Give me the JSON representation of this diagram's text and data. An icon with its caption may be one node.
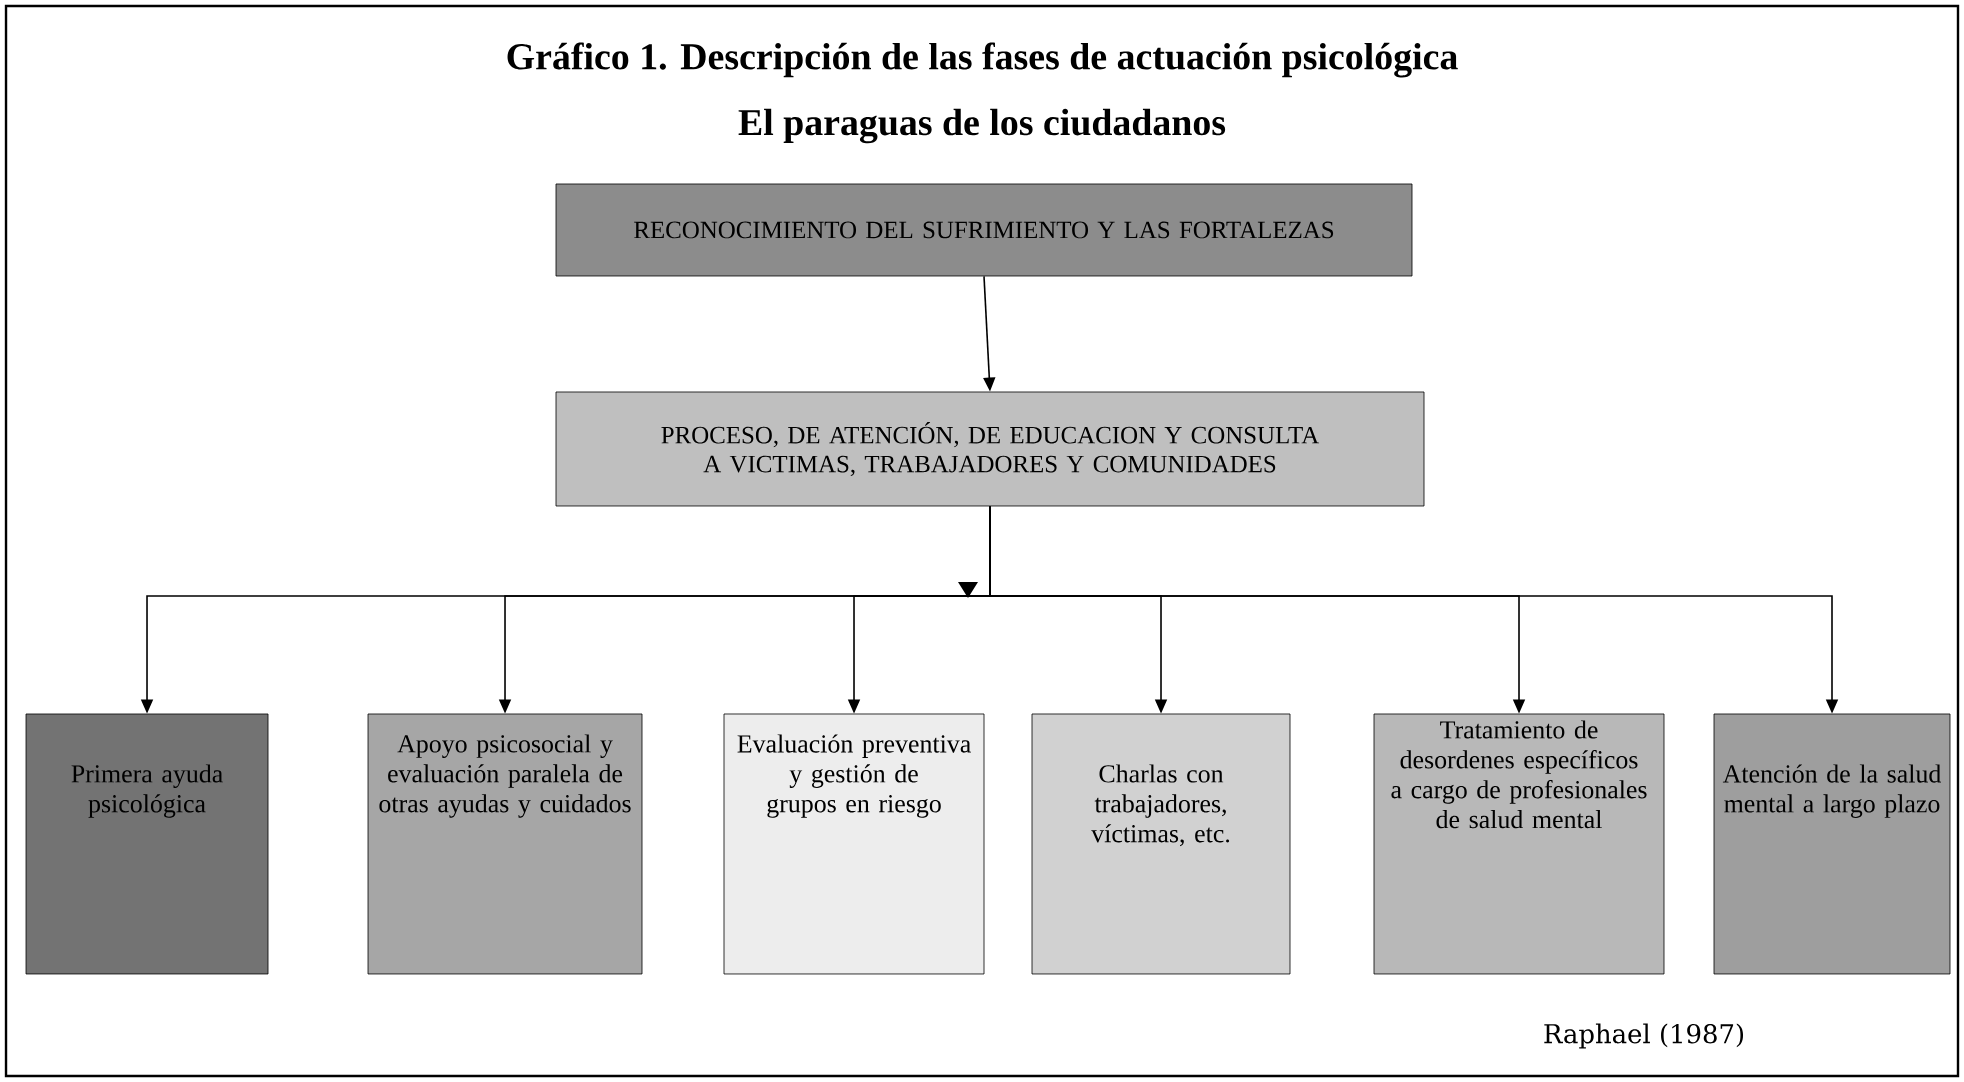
{
  "diagram": {
    "title": "Gráfico 1. Descripción de las fases de actuación psicológica",
    "nodes": [
      {
        "text": [
          "RECONOCIMIENTO DEL SUFRIMIENTO Y LAS FORTALEZAS"
        ]
      },
      {
        "text": [
          "PROCESO, DE ATENCIÓN, DE EDUCACION Y CONSULTA A VICTIMAS, TRABAJADORES Y COMUNIDADES"
        ]
      },
      {
        "text": [
          "Primera ayuda psicológica"
        ]
      },
      {
        "text": [
          "Apoyo psicosocial y evaluación paralela de otras ayudas y cuidados"
        ]
      },
      {
        "text": [
          "Evaluación preventiva y gestión de grupos en riesgo"
        ]
      },
      {
        "text": [
          "Charlas con trabajadores, víctimas, etc."
        ]
      },
      {
        "text": [
          "Tratamiento de desordenes específicos a cargo de profesionales de salud mental"
        ]
      },
      {
        "text": [
          "Atención de la salud mental a largo plazo"
        ]
      }
    ],
    "edges": [
      {
        "from": 0,
        "to": 1,
        "arrow": "to"
      },
      {
        "from": 1,
        "to": 2,
        "arrow": "to"
      },
      {
        "from": 1,
        "to": 3,
        "arrow": "to"
      },
      {
        "from": 1,
        "to": 4,
        "arrow": "to"
      },
      {
        "from": 1,
        "to": 5,
        "arrow": "to"
      },
      {
        "from": 1,
        "to": 6,
        "arrow": "to"
      },
      {
        "from": 1,
        "to": 7,
        "arrow": "to"
      }
    ],
    "labels": [
      "El paraguas de los ciudadanos",
      "Raphael (1987)"
    ]
  }
}
